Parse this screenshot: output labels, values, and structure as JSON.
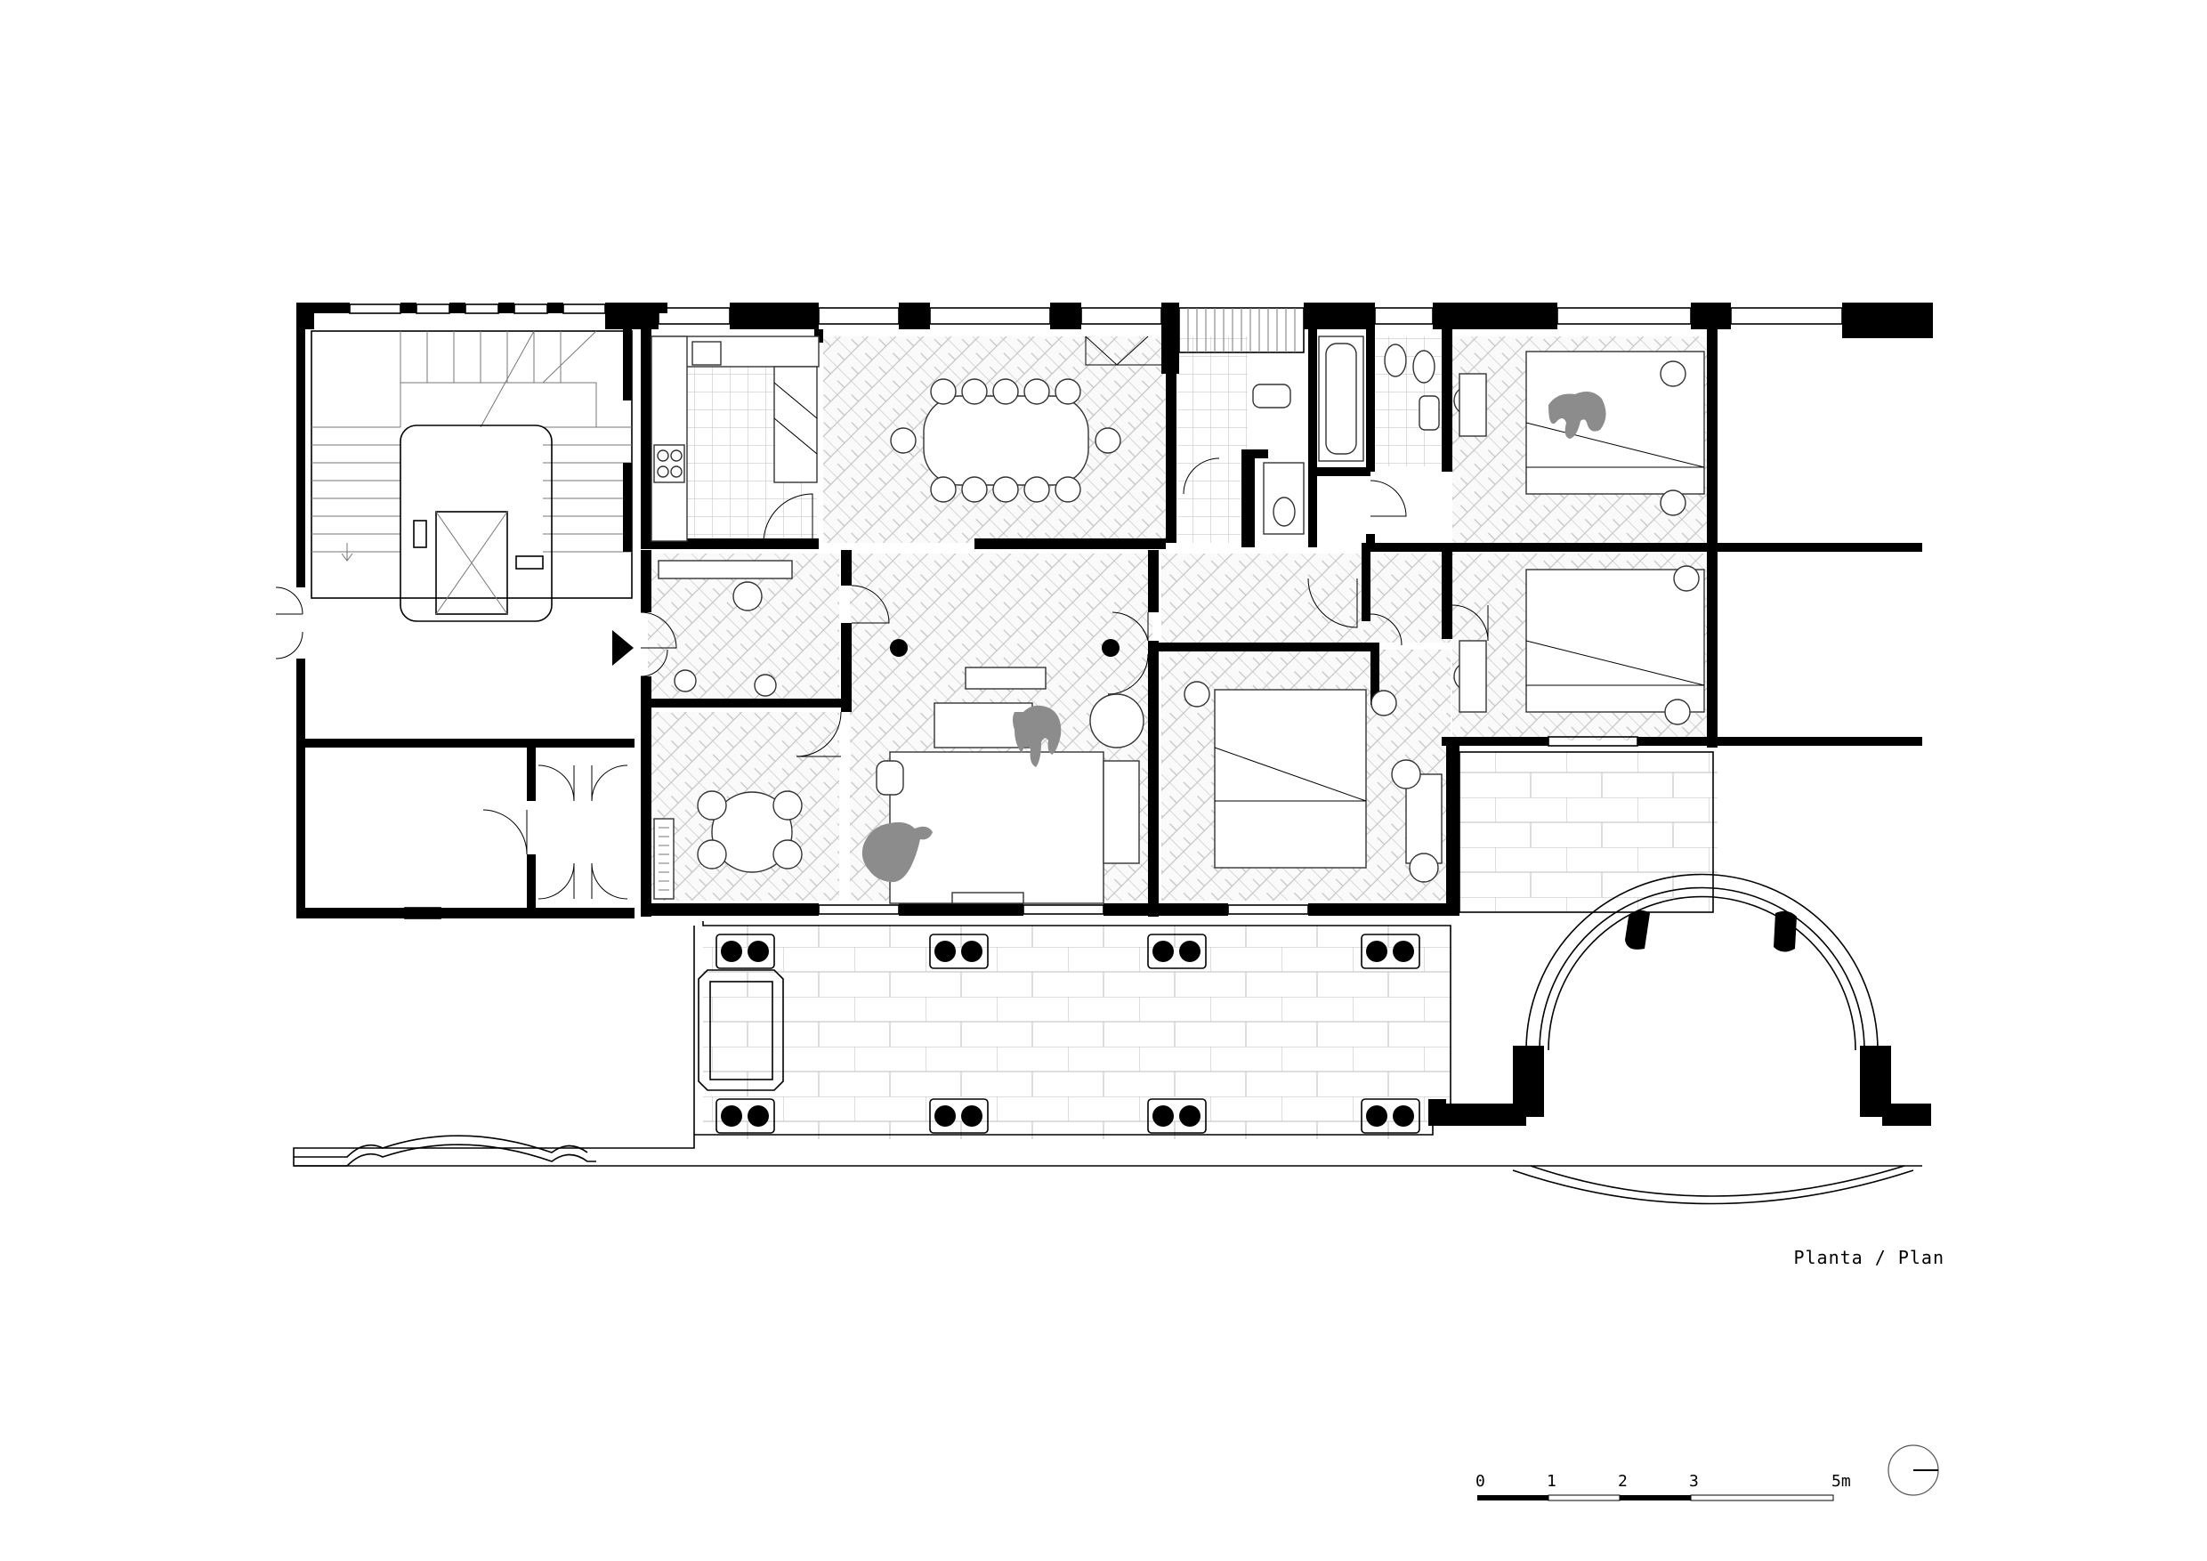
{
  "drawing": {
    "title": "Planta / Plan"
  },
  "scale_bar": {
    "ticks": [
      "0",
      "1",
      "2",
      "3",
      "5m"
    ]
  },
  "north_arrow": {
    "icon": "north-arrow-icon"
  },
  "entrance_marker": {
    "icon": "entrance-arrow-icon"
  },
  "colors": {
    "wall": "#000000",
    "floor_pattern": "#bbbbbb",
    "figure": "#888888",
    "paper": "#ffffff"
  }
}
